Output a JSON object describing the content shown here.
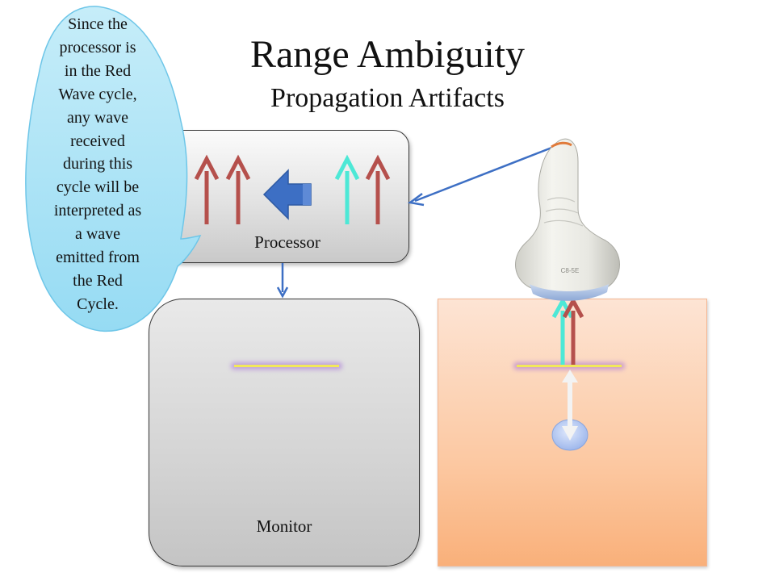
{
  "title": "Range Ambiguity",
  "subtitle": "Propagation Artifacts",
  "processor": {
    "label": "Processor"
  },
  "monitor": {
    "label": "Monitor"
  },
  "callout": {
    "lines": [
      "Since the",
      "processor is",
      "in the Red",
      "Wave cycle,",
      "any wave",
      "received",
      "during this",
      "cycle will be",
      "interpreted as",
      "a wave",
      "emitted from",
      "the Red",
      "Cycle."
    ]
  },
  "probe": {
    "model_marking": "C8-5E"
  },
  "colors": {
    "red_wave": "#b5504c",
    "cyan_wave": "#4de8d6",
    "blue_arrow": "#3d6fc4",
    "reflector": "#f2e85a",
    "reflector_glow": "#a26bd6",
    "callout_fill": "#aee3f5",
    "tissue": "#fcc9a3",
    "object": "#b9cdf4"
  },
  "icons": [
    "red-up-arrow-icon",
    "cyan-up-arrow-icon",
    "left-block-arrow-icon",
    "down-arrow-icon",
    "ultrasound-probe-icon",
    "white-double-arrow-icon"
  ]
}
